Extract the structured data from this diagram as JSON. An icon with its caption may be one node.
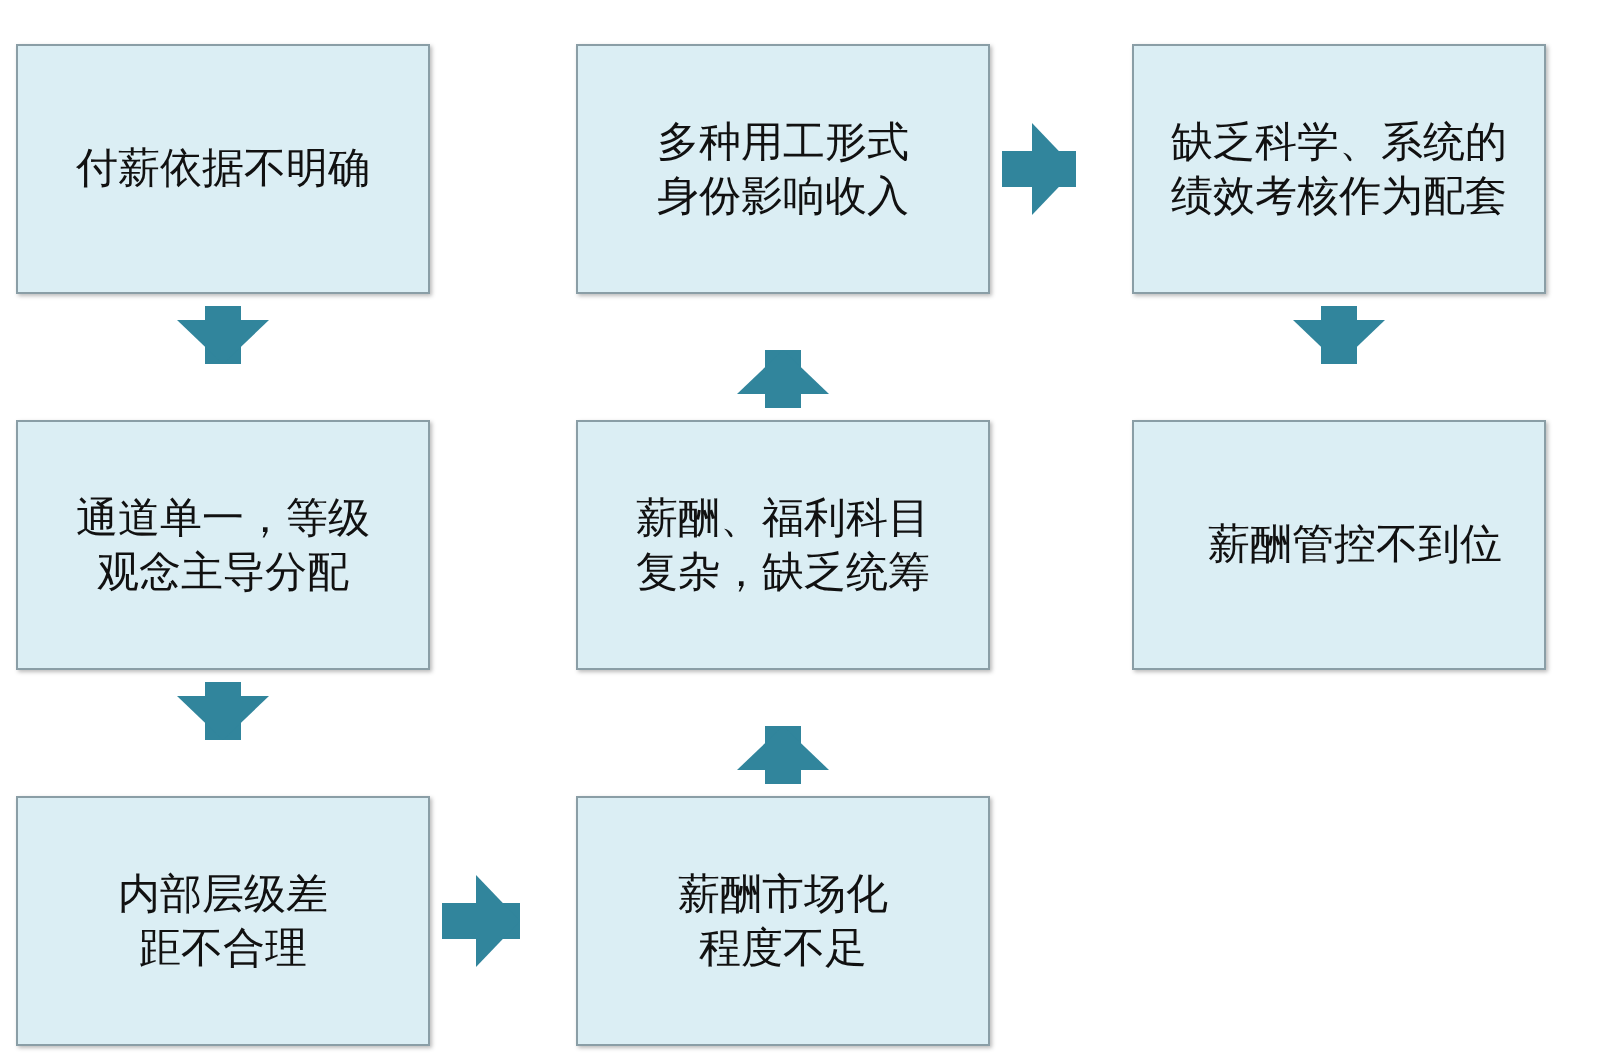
{
  "diagram": {
    "nodes": [
      {
        "text": [
          "付薪依据不明确"
        ]
      },
      {
        "text": [
          "通道单一，等级观念主导分配"
        ]
      },
      {
        "text": [
          "内部层级差距不合理"
        ]
      },
      {
        "text": [
          "薪酬市场化程度不足"
        ]
      },
      {
        "text": [
          "薪酬、福利科目复杂，缺乏统筹"
        ]
      },
      {
        "text": [
          "多种用工形式身份影响收入"
        ]
      },
      {
        "text": [
          "缺乏科学、系统的绩效考核作为配套"
        ]
      },
      {
        "text": [
          "薪酬管控不到位"
        ]
      }
    ],
    "edges": [
      {
        "from": 0,
        "to": 1,
        "arrow": "to"
      },
      {
        "from": 1,
        "to": 2,
        "arrow": "to"
      },
      {
        "from": 2,
        "to": 3,
        "arrow": "to"
      },
      {
        "from": 3,
        "to": 4,
        "arrow": "to"
      },
      {
        "from": 4,
        "to": 5,
        "arrow": "to"
      },
      {
        "from": 5,
        "to": 6,
        "arrow": "to"
      },
      {
        "from": 6,
        "to": 7,
        "arrow": "to"
      }
    ]
  }
}
